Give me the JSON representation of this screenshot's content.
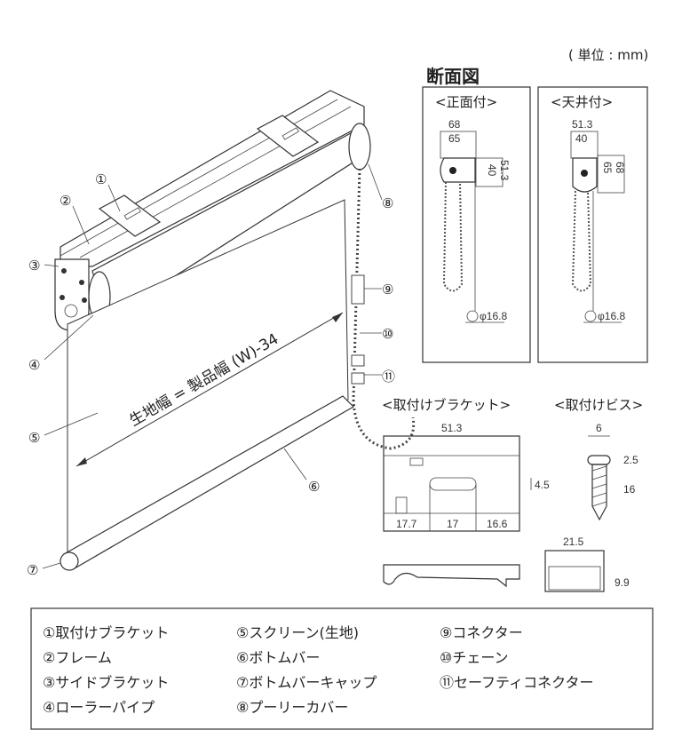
{
  "unit_note": "( 単位 : mm)",
  "section": {
    "title": "断面図",
    "front": {
      "label": "<正面付>",
      "dim_outer_width": "68",
      "dim_inner_width": "65",
      "dim_height_inner": "40",
      "dim_height_outer": "51.3",
      "pipe_dia": "φ16.8"
    },
    "ceiling": {
      "label": "<天井付>",
      "dim_outer_width": "51.3",
      "dim_inner_width": "40",
      "dim_height_inner": "65",
      "dim_height_outer": "68",
      "pipe_dia": "φ16.8"
    }
  },
  "bracket": {
    "label": "<取付けブラケット>",
    "width": "51.3",
    "slot": "4.5",
    "seg1": "17.7",
    "seg2": "17",
    "seg3": "16.6"
  },
  "screw": {
    "label": "<取付けビス>",
    "head_width": "6",
    "head_height": "2.5",
    "length": "16"
  },
  "connector_dims": {
    "width": "21.5",
    "height": "9.9"
  },
  "main_diagram": {
    "width_formula": "生地幅 = 製品幅 (W)-34",
    "callouts": [
      "①",
      "②",
      "③",
      "④",
      "⑤",
      "⑥",
      "⑦",
      "⑧",
      "⑨",
      "⑩",
      "⑪"
    ]
  },
  "legend": [
    "①取付けブラケット",
    "②フレーム",
    "③サイドブラケット",
    "④ローラーパイプ",
    "⑤スクリーン(生地)",
    "⑥ボトムバー",
    "⑦ボトムバーキャップ",
    "⑧プーリーカバー",
    "⑨コネクター",
    "⑩チェーン",
    "⑪セーフティコネクター"
  ]
}
